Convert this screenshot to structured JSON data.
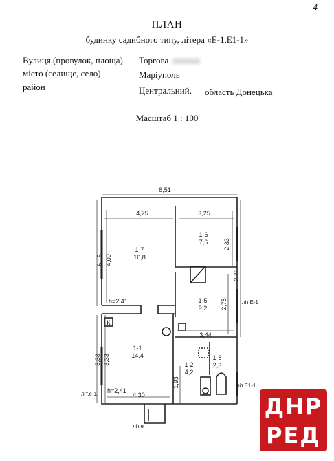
{
  "page_number": "4",
  "header": {
    "title": "ПЛАН",
    "subtitle": "будинку садибного типу, літера «Е-1,Е1-1»"
  },
  "address": {
    "street_label": "Вулиця (провулок, площа)",
    "street_value": "Торгова",
    "city_label": "місто (селище, село)",
    "city_value": "Маріуполь",
    "district_label": "район",
    "district_value": "Центральний,",
    "region_value": "область Донецька"
  },
  "scale": "Масштаб 1 : 100",
  "plan": {
    "dim_total_width": "8,51",
    "dim_top_left": "4,25",
    "dim_top_right": "3,25",
    "dim_left_outer": "6,15",
    "dim_left_inner": "4,00",
    "dim_right_upper": "2,33",
    "dim_right_outer": "2,75",
    "dim_right_inner": "2,75",
    "dim_mid": "3,44",
    "dim_left_lower_a": "3,33",
    "dim_left_lower_b": "3,33",
    "dim_bottom": "4,30",
    "dim_hall": "1,93",
    "height_upper": "h=2,41",
    "height_lower": "h=2,41",
    "kitchen_mark": "К",
    "rooms": [
      {
        "id": "1-7",
        "area": "16,8"
      },
      {
        "id": "1-6",
        "area": "7,6"
      },
      {
        "id": "1-5",
        "area": "9,2"
      },
      {
        "id": "1-1",
        "area": "14,4"
      },
      {
        "id": "1-2",
        "area": "4,2"
      },
      {
        "id": "1-8",
        "area": "2,3"
      }
    ],
    "lit_e1_label": "літ.Е-1",
    "lit_e1_left_label": "літ.е-1",
    "lit_e11_label": "літ.Е1-1",
    "lit_e_label": "літ.е"
  },
  "logo": {
    "line1": "ДНР",
    "line2": "РЕД",
    "color": "#c8191f"
  }
}
